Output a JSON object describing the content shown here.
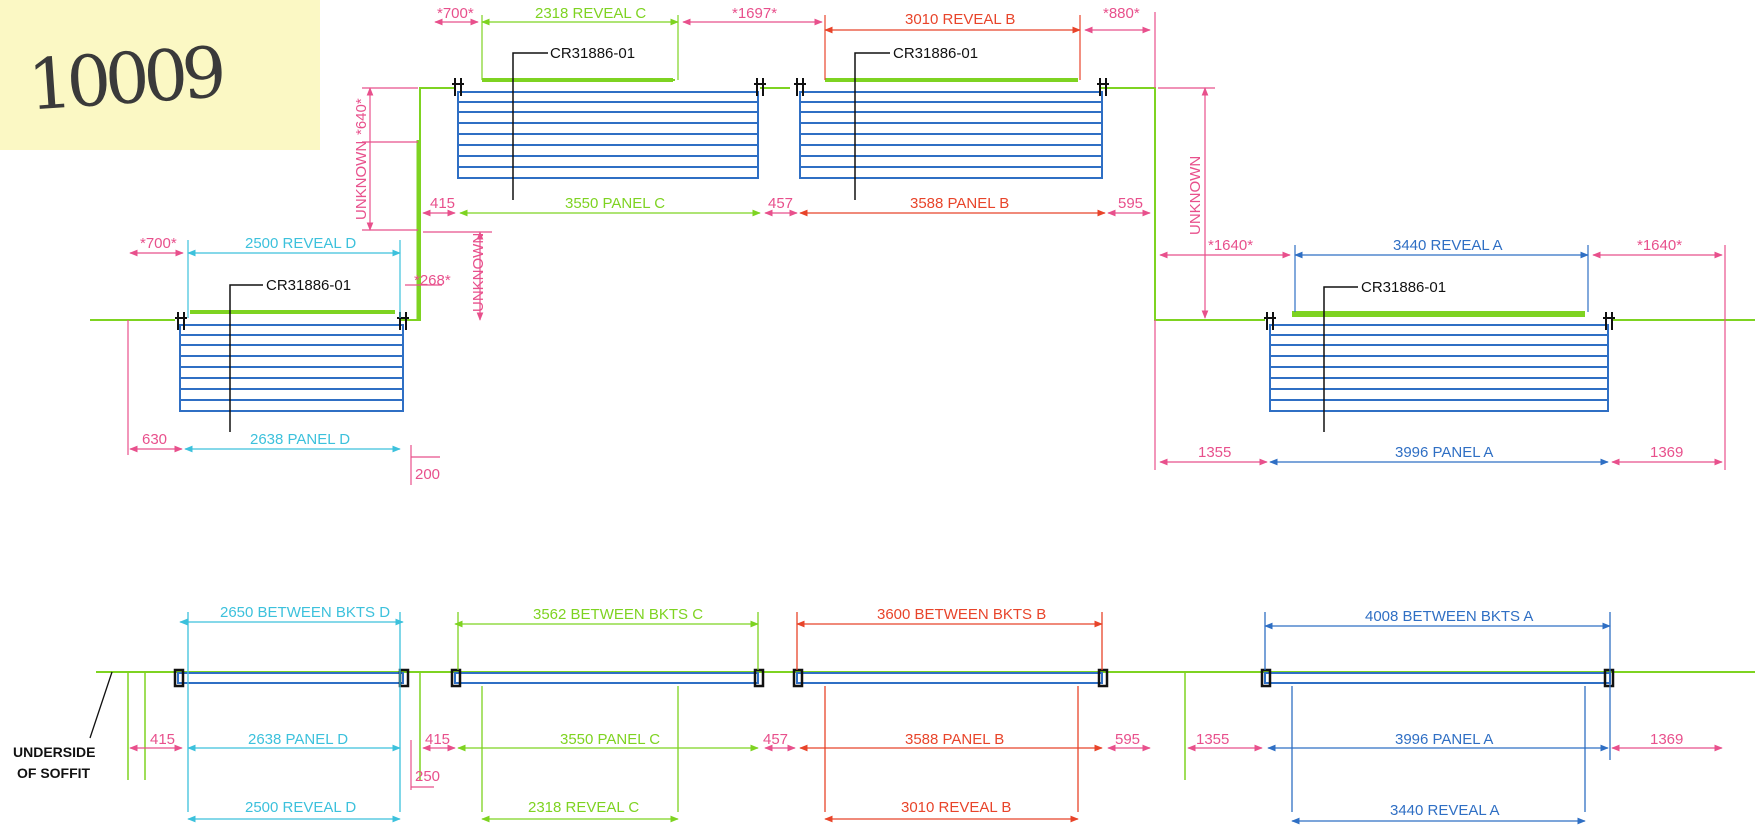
{
  "note": {
    "handwritten": "10009"
  },
  "colors": {
    "pink": "#e8508c",
    "green": "#7ed321",
    "red": "#e8442a",
    "cyan": "#3cc1dc",
    "blue": "#2f6fc4",
    "dark": "#111111"
  },
  "elevation": {
    "d": {
      "dim_top_left": "*700*",
      "reveal": "2500 REVEAL D",
      "dim_right_small": "*268*",
      "unknown": "UNKNOWN",
      "callout": "CR31886-01",
      "left": "630",
      "panel": "2638 PANEL D",
      "right": "200"
    },
    "c": {
      "dim_top_left": "*700*",
      "reveal": "2318 REVEAL C",
      "dim_top_right": "*1697*",
      "height": "*640*",
      "unknown": "UNKNOWN",
      "callout": "CR31886-01",
      "left": "415",
      "panel": "3550 PANEL C",
      "right": "457"
    },
    "b": {
      "reveal": "3010 REVEAL B",
      "dim_top_right": "*880*",
      "callout": "CR31886-01",
      "panel": "3588 PANEL B",
      "right": "595"
    },
    "a": {
      "unknown": "UNKNOWN",
      "dim_top_left": "*1640*",
      "reveal": "3440 REVEAL A",
      "dim_top_right": "*1640*",
      "callout": "CR31886-01",
      "left": "1355",
      "panel": "3996 PANEL A",
      "right": "1369"
    }
  },
  "plan": {
    "soffit_label_line1": "UNDERSIDE",
    "soffit_label_line2": "OF SOFFIT",
    "d": {
      "brackets": "2650 BETWEEN BKTS D",
      "left": "415",
      "panel": "2638 PANEL D",
      "right_low": "250",
      "reveal": "2500 REVEAL D"
    },
    "c": {
      "brackets": "3562 BETWEEN BKTS C",
      "left": "415",
      "panel": "3550 PANEL C",
      "right": "457",
      "reveal": "2318 REVEAL C"
    },
    "b": {
      "brackets": "3600 BETWEEN BKTS B",
      "panel": "3588 PANEL B",
      "right": "595",
      "reveal": "3010 REVEAL B"
    },
    "a": {
      "brackets": "4008 BETWEEN BKTS A",
      "left": "1355",
      "panel": "3996 PANEL A",
      "right": "1369",
      "reveal": "3440 REVEAL A"
    }
  }
}
